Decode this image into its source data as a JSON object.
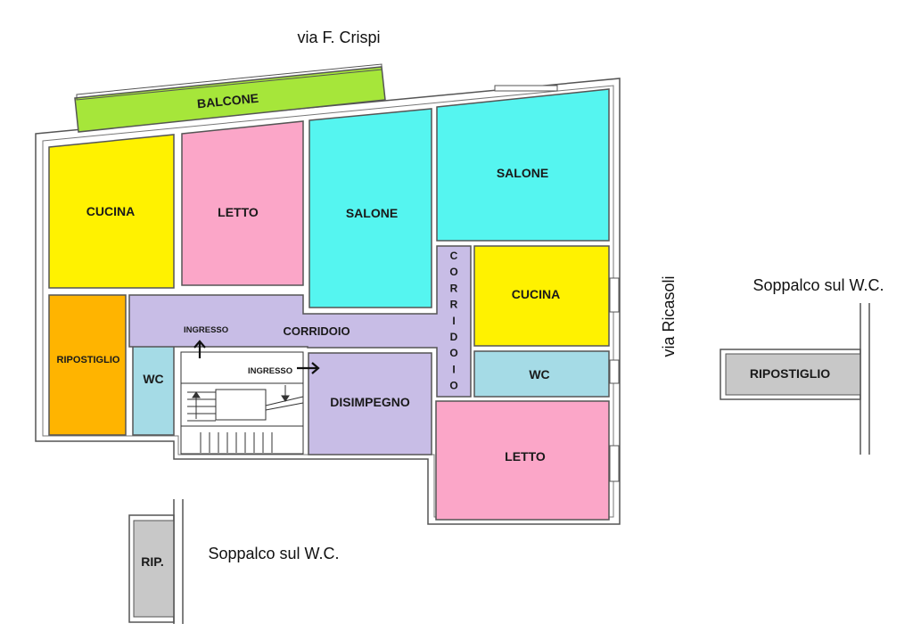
{
  "streets": {
    "top": "via F. Crispi",
    "right": "via Ricasoli"
  },
  "colors": {
    "yellow": "#fff200",
    "pink": "#fba6c8",
    "cyan": "#55f5f0",
    "lavender": "#c8bde6",
    "orange": "#ffb400",
    "light_blue": "#a5dbe6",
    "green": "#a6e63a",
    "grey": "#c8c8c8"
  },
  "rooms": {
    "balcone": "BALCONE",
    "cucina_left": "CUCINA",
    "letto_top": "LETTO",
    "salone_mid": "SALONE",
    "salone_right": "SALONE",
    "cucina_right": "CUCINA",
    "ripostiglio": "RIPOSTIGLIO",
    "wc_left": "WC",
    "wc_right": "WC",
    "corridoio": "CORRIDOIO",
    "corridoio_vertical": [
      "C",
      "O",
      "R",
      "R",
      "I",
      "D",
      "O",
      "I",
      "O"
    ],
    "disimpegno": "DISIMPEGNO",
    "letto_bottom": "LETTO",
    "ingresso_1": "INGRESSO",
    "ingresso_2": "INGRESSO"
  },
  "mezzanines": {
    "right_caption": "Soppalco sul W.C.",
    "right_label": "RIPOSTIGLIO",
    "bottom_caption": "Soppalco sul W.C.",
    "bottom_label": "RIP."
  }
}
